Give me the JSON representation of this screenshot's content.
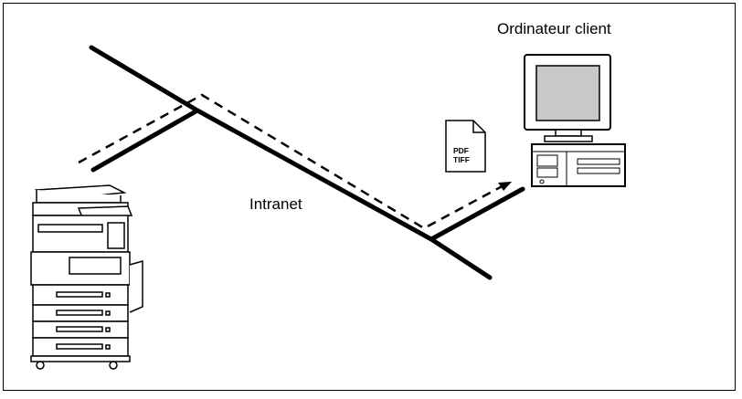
{
  "labels": {
    "client_computer": "Ordinateur client",
    "network": "Intranet"
  },
  "document_icon": {
    "format_line1": "PDF",
    "format_line2": "TIFF"
  },
  "colors": {
    "line": "#000000",
    "monitor_screen": "#c8c8c8",
    "background": "#ffffff"
  },
  "icons": [
    "mfp-printer-icon",
    "document-icon",
    "desktop-computer-icon"
  ]
}
